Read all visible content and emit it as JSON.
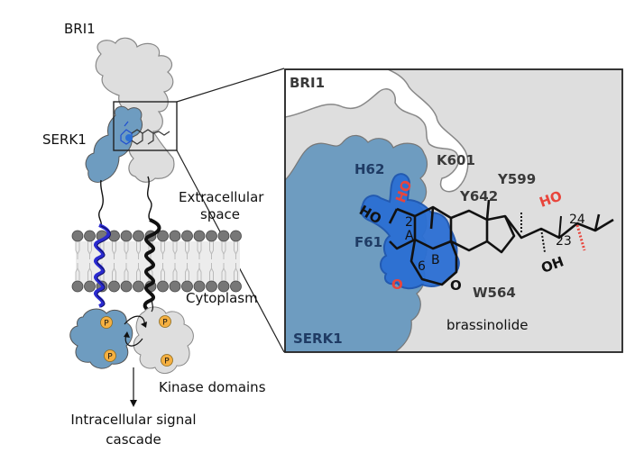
{
  "left_panel": {
    "bri1_label": "BRI1",
    "serk1_label": "SERK1",
    "extracellular_label_1": "Extracellular",
    "extracellular_label_2": "space",
    "cytoplasm_label": "Cytoplasm",
    "kinase_label": "Kinase domains",
    "signal_label_1": "Intracellular signal",
    "signal_label_2": "cascade",
    "phospho_badge": "P"
  },
  "zoom_panel": {
    "bri1_label": "BRI1",
    "serk1_label": "SERK1",
    "ligand_label": "brassinolide",
    "residues": {
      "h62": "H62",
      "f61": "F61",
      "k601": "K601",
      "y599": "Y599",
      "y642": "Y642",
      "w564": "W564"
    },
    "ring_labels": {
      "a": "A",
      "b": "B"
    },
    "atom_numbers": {
      "c2": "2",
      "c6": "6",
      "c23": "23",
      "c24": "24"
    },
    "groups": {
      "ho_red": "HO",
      "ho_black": "HO",
      "oh_black": "OH",
      "ring_o": "O",
      "carbonyl_o": "O"
    }
  },
  "colors": {
    "serk1_blue": "#6e9cc0",
    "bri1_gray": "#dedede",
    "highlight_blue": "#2b6fd4",
    "oxygen_red": "#e8453c",
    "phospho_orange": "#f5b041"
  }
}
